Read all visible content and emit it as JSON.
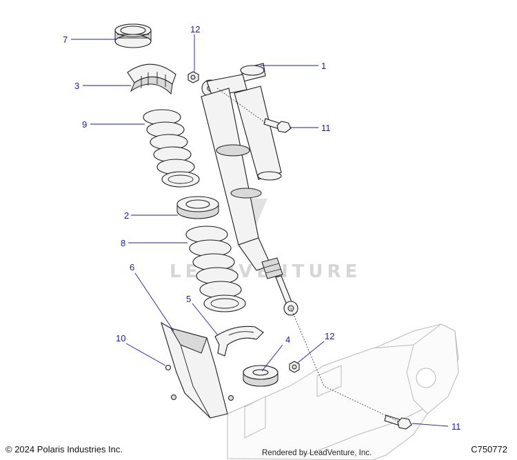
{
  "callouts": [
    {
      "id": "1",
      "label": "1"
    },
    {
      "id": "2",
      "label": "2"
    },
    {
      "id": "3",
      "label": "3"
    },
    {
      "id": "4",
      "label": "4"
    },
    {
      "id": "5",
      "label": "5"
    },
    {
      "id": "6",
      "label": "6"
    },
    {
      "id": "7",
      "label": "7"
    },
    {
      "id": "8",
      "label": "8"
    },
    {
      "id": "9",
      "label": "9"
    },
    {
      "id": "10",
      "label": "10"
    },
    {
      "id": "11a",
      "label": "11"
    },
    {
      "id": "11b",
      "label": "11"
    },
    {
      "id": "12a",
      "label": "12"
    },
    {
      "id": "12b",
      "label": "12"
    }
  ],
  "watermark": "LEADVENTURE",
  "footer": {
    "copyright": "© 2024 Polaris Industries Inc.",
    "rendered_by": "Rendered by LeadVenture, Inc.",
    "catalog_code": "C750772"
  }
}
